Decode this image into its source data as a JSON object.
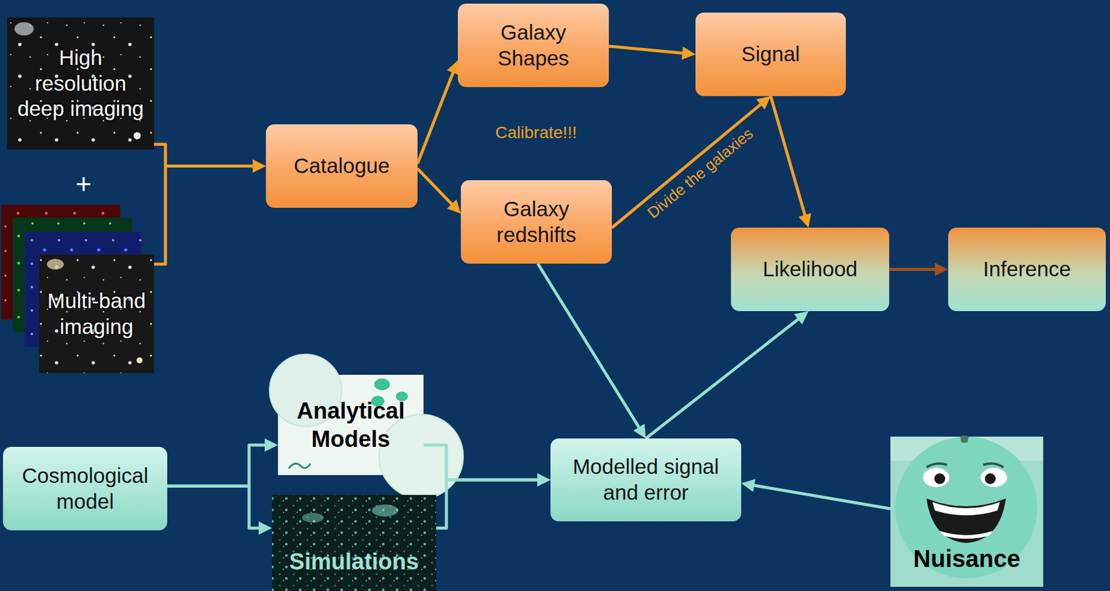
{
  "diagram": {
    "nodes": [
      {
        "text": [
          "High resolution deep imaging"
        ]
      },
      {
        "text": [
          "Multi-band imaging"
        ]
      },
      {
        "text": [
          "Catalogue"
        ]
      },
      {
        "text": [
          "Galaxy Shapes"
        ]
      },
      {
        "text": [
          "Galaxy redshifts"
        ]
      },
      {
        "text": [
          "Signal"
        ]
      },
      {
        "text": [
          "Likelihood"
        ]
      },
      {
        "text": [
          "Inference"
        ]
      },
      {
        "text": [
          "Cosmological model"
        ]
      },
      {
        "text": [
          "Analytical Models"
        ]
      },
      {
        "text": [
          "Simulations"
        ]
      },
      {
        "text": [
          "Modelled signal and error"
        ]
      },
      {
        "text": [
          "Nuisance"
        ]
      }
    ],
    "edges": [
      {
        "from": 0,
        "to": 2,
        "arrow": "to"
      },
      {
        "from": 1,
        "to": 2,
        "arrow": "to"
      },
      {
        "from": 2,
        "to": 3,
        "arrow": "to"
      },
      {
        "from": 2,
        "to": 4,
        "arrow": "to"
      },
      {
        "from": 3,
        "to": 5,
        "arrow": "to"
      },
      {
        "from": 4,
        "to": 5,
        "arrow": "to",
        "label": "Divide the galaxies"
      },
      {
        "from": 5,
        "to": 6,
        "arrow": "to"
      },
      {
        "from": 6,
        "to": 7,
        "arrow": "to"
      },
      {
        "from": 4,
        "to": 11,
        "arrow": "to"
      },
      {
        "from": 11,
        "to": 6,
        "arrow": "to"
      },
      {
        "from": 8,
        "to": 9,
        "arrow": "to"
      },
      {
        "from": 8,
        "to": 10,
        "arrow": "to"
      },
      {
        "from": 9,
        "to": 11,
        "arrow": "to"
      },
      {
        "from": 10,
        "to": 11,
        "arrow": "to"
      },
      {
        "from": 12,
        "to": 11,
        "arrow": "to"
      }
    ],
    "labels": [
      "+",
      "Calibrate!!!"
    ]
  }
}
